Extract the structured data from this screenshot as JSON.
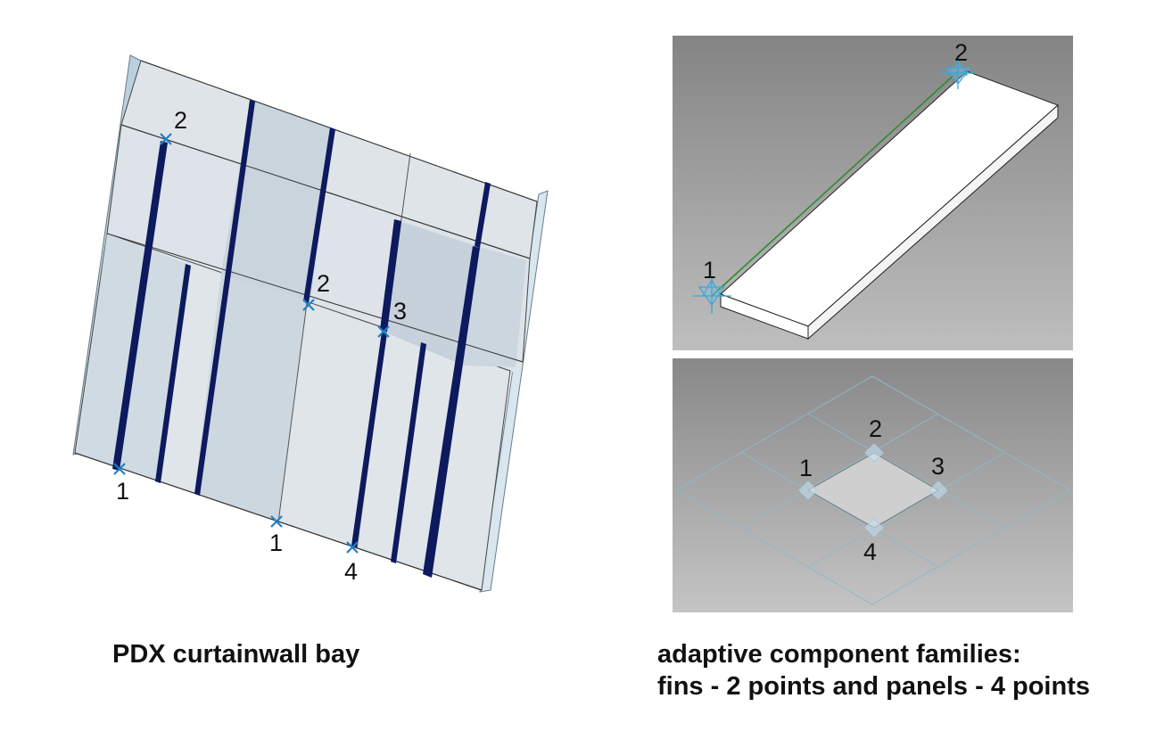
{
  "left_figure": {
    "caption": "PDX curtainwall bay",
    "point_labels": [
      "2",
      "2",
      "3",
      "1",
      "1",
      "4"
    ]
  },
  "fin_view": {
    "point_labels": [
      "1",
      "2"
    ]
  },
  "panel_view": {
    "point_labels": [
      "1",
      "2",
      "3",
      "4"
    ]
  },
  "right_caption": {
    "line1": "adaptive component families:",
    "line2": "fins - 2 points and panels - 4 points"
  },
  "colors": {
    "fin": "#0d1a5e",
    "marker": "#1f7fc4",
    "panel_light": "#dde3e8",
    "panel_tint": "#c7d2dc",
    "viewport_top": "#848484",
    "viewport_bottom": "#bfbfbf"
  }
}
